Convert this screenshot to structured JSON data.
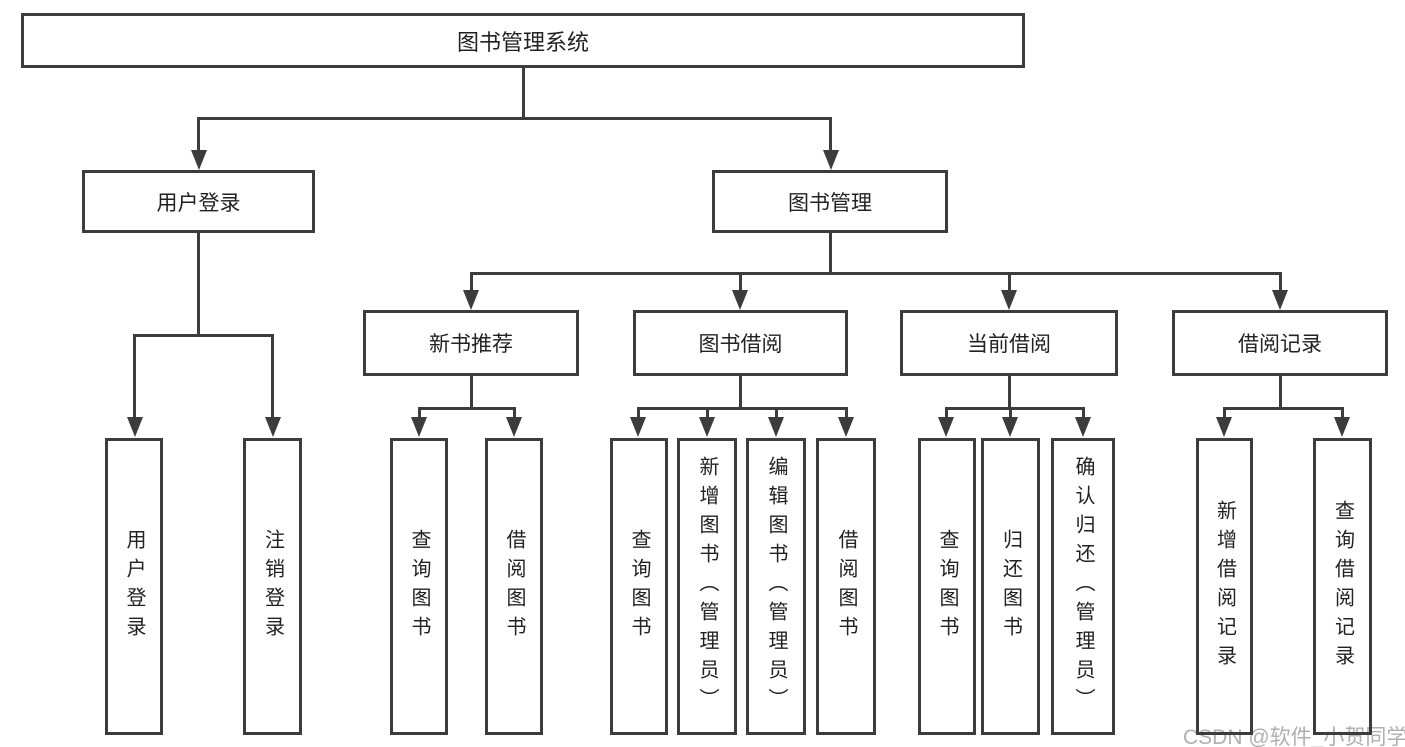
{
  "tree": {
    "root": {
      "label": "图书管理系统"
    },
    "branches": [
      {
        "label": "用户登录",
        "children": [
          {
            "label": "用户登录"
          },
          {
            "label": "注销登录"
          }
        ]
      },
      {
        "label": "图书管理",
        "children": [
          {
            "label": "新书推荐",
            "children": [
              {
                "label": "查询图书"
              },
              {
                "label": "借阅图书"
              }
            ]
          },
          {
            "label": "图书借阅",
            "children": [
              {
                "label": "查询图书"
              },
              {
                "label": "新增图书（管理员）"
              },
              {
                "label": "编辑图书（管理员）"
              },
              {
                "label": "借阅图书"
              }
            ]
          },
          {
            "label": "当前借阅",
            "children": [
              {
                "label": "查询图书"
              },
              {
                "label": "归还图书"
              },
              {
                "label": "确认归还（管理员）"
              }
            ]
          },
          {
            "label": "借阅记录",
            "children": [
              {
                "label": "新增借阅记录"
              },
              {
                "label": "查询借阅记录"
              }
            ]
          }
        ]
      }
    ]
  },
  "watermark": "CSDN @软件_小贺同学",
  "colors": {
    "line": "#3c3c3c",
    "text": "#222222",
    "background": "#ffffff",
    "watermark": "#b2aeae"
  }
}
